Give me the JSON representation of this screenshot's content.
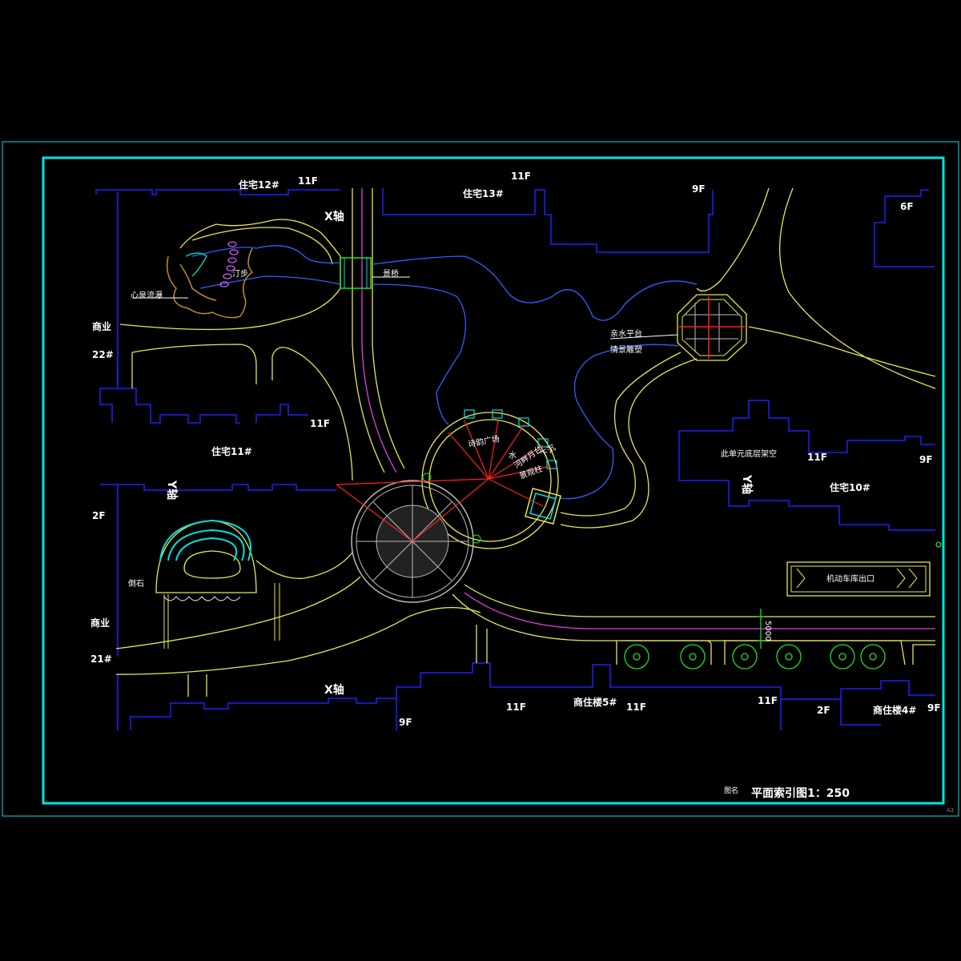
{
  "colors": {
    "frame": "#00e5e5",
    "building": "#2020ff",
    "road": "#e8e850",
    "water": "#3060ff",
    "axis": "#e040e0",
    "red": "#ff2020",
    "green": "#20e020",
    "cyan": "#00e0e0",
    "text": "#ffffff"
  },
  "buildings": {
    "res12": "住宅12#",
    "res13": "住宅13#",
    "res11": "住宅11#",
    "res10": "住宅10#",
    "com22": "22#",
    "com21": "21#",
    "commercial_top": "商业",
    "commercial_bottom": "商业",
    "sr5": "商住楼5#",
    "sr4": "商住楼4#",
    "note_r10": "此单元底层架空"
  },
  "floors": {
    "f_11_a": "11F",
    "f_11_b": "11F",
    "f_9_a": "9F",
    "f_6": "6F",
    "f_11_c": "11F",
    "f_11_d": "11F",
    "f_9_b": "9F",
    "f_2_a": "2F",
    "f_11_e": "11F",
    "f_11_f": "11F",
    "f_11_g": "11F",
    "f_2_b": "2F",
    "f_9_c": "9F",
    "f_9_d": "9F"
  },
  "axes": {
    "x_top": "X轴",
    "x_bottom": "X轴",
    "y_left": "Y轴",
    "y_right": "Y轴"
  },
  "features": {
    "stepping": "汀步",
    "waterfall": "心泉流瀑",
    "bridge": "景桥",
    "platform": "亲水平台",
    "sculpture": "情景雕塑",
    "rock": "倒石",
    "garage": "机动车库出口",
    "dim": "5000",
    "plaza_labels": [
      "诗韵广场",
      "水",
      "河畔月台",
      "下沉",
      "景观柱"
    ]
  },
  "title": {
    "label": "图名",
    "text": "平面索引图1：250"
  },
  "sheet_no": "A3"
}
